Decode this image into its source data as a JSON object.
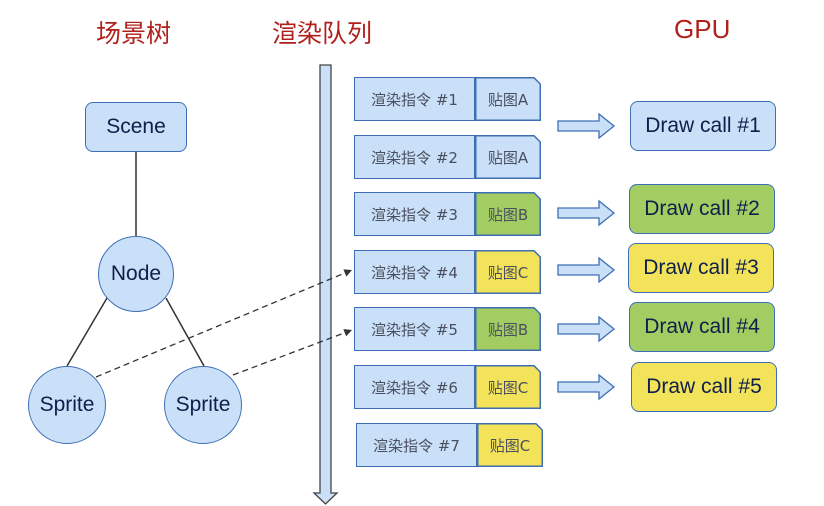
{
  "headings": {
    "scene_tree": "场景树",
    "render_queue": "渲染队列",
    "gpu": "GPU"
  },
  "colors": {
    "heading": "#b0211c",
    "light_blue": "#c9e0f8",
    "green": "#a3cd63",
    "yellow": "#f2e35a",
    "border_blue": "#3e6fb5"
  },
  "tree": {
    "root": "Scene",
    "node": "Node",
    "sprite_left": "Sprite",
    "sprite_right": "Sprite"
  },
  "queue": [
    {
      "command": "渲染指令 #1",
      "texture": "贴图A",
      "texture_color": "light_blue"
    },
    {
      "command": "渲染指令 #2",
      "texture": "贴图A",
      "texture_color": "light_blue"
    },
    {
      "command": "渲染指令 #3",
      "texture": "贴图B",
      "texture_color": "green"
    },
    {
      "command": "渲染指令 #4",
      "texture": "贴图C",
      "texture_color": "yellow"
    },
    {
      "command": "渲染指令 #5",
      "texture": "贴图B",
      "texture_color": "green"
    },
    {
      "command": "渲染指令 #6",
      "texture": "贴图C",
      "texture_color": "yellow"
    },
    {
      "command": "渲染指令 #7",
      "texture": "贴图C",
      "texture_color": "yellow"
    }
  ],
  "draw_calls": [
    {
      "label": "Draw call #1",
      "color": "light_blue"
    },
    {
      "label": "Draw call #2",
      "color": "green"
    },
    {
      "label": "Draw call #3",
      "color": "yellow"
    },
    {
      "label": "Draw call #4",
      "color": "green"
    },
    {
      "label": "Draw call #5",
      "color": "yellow"
    }
  ]
}
